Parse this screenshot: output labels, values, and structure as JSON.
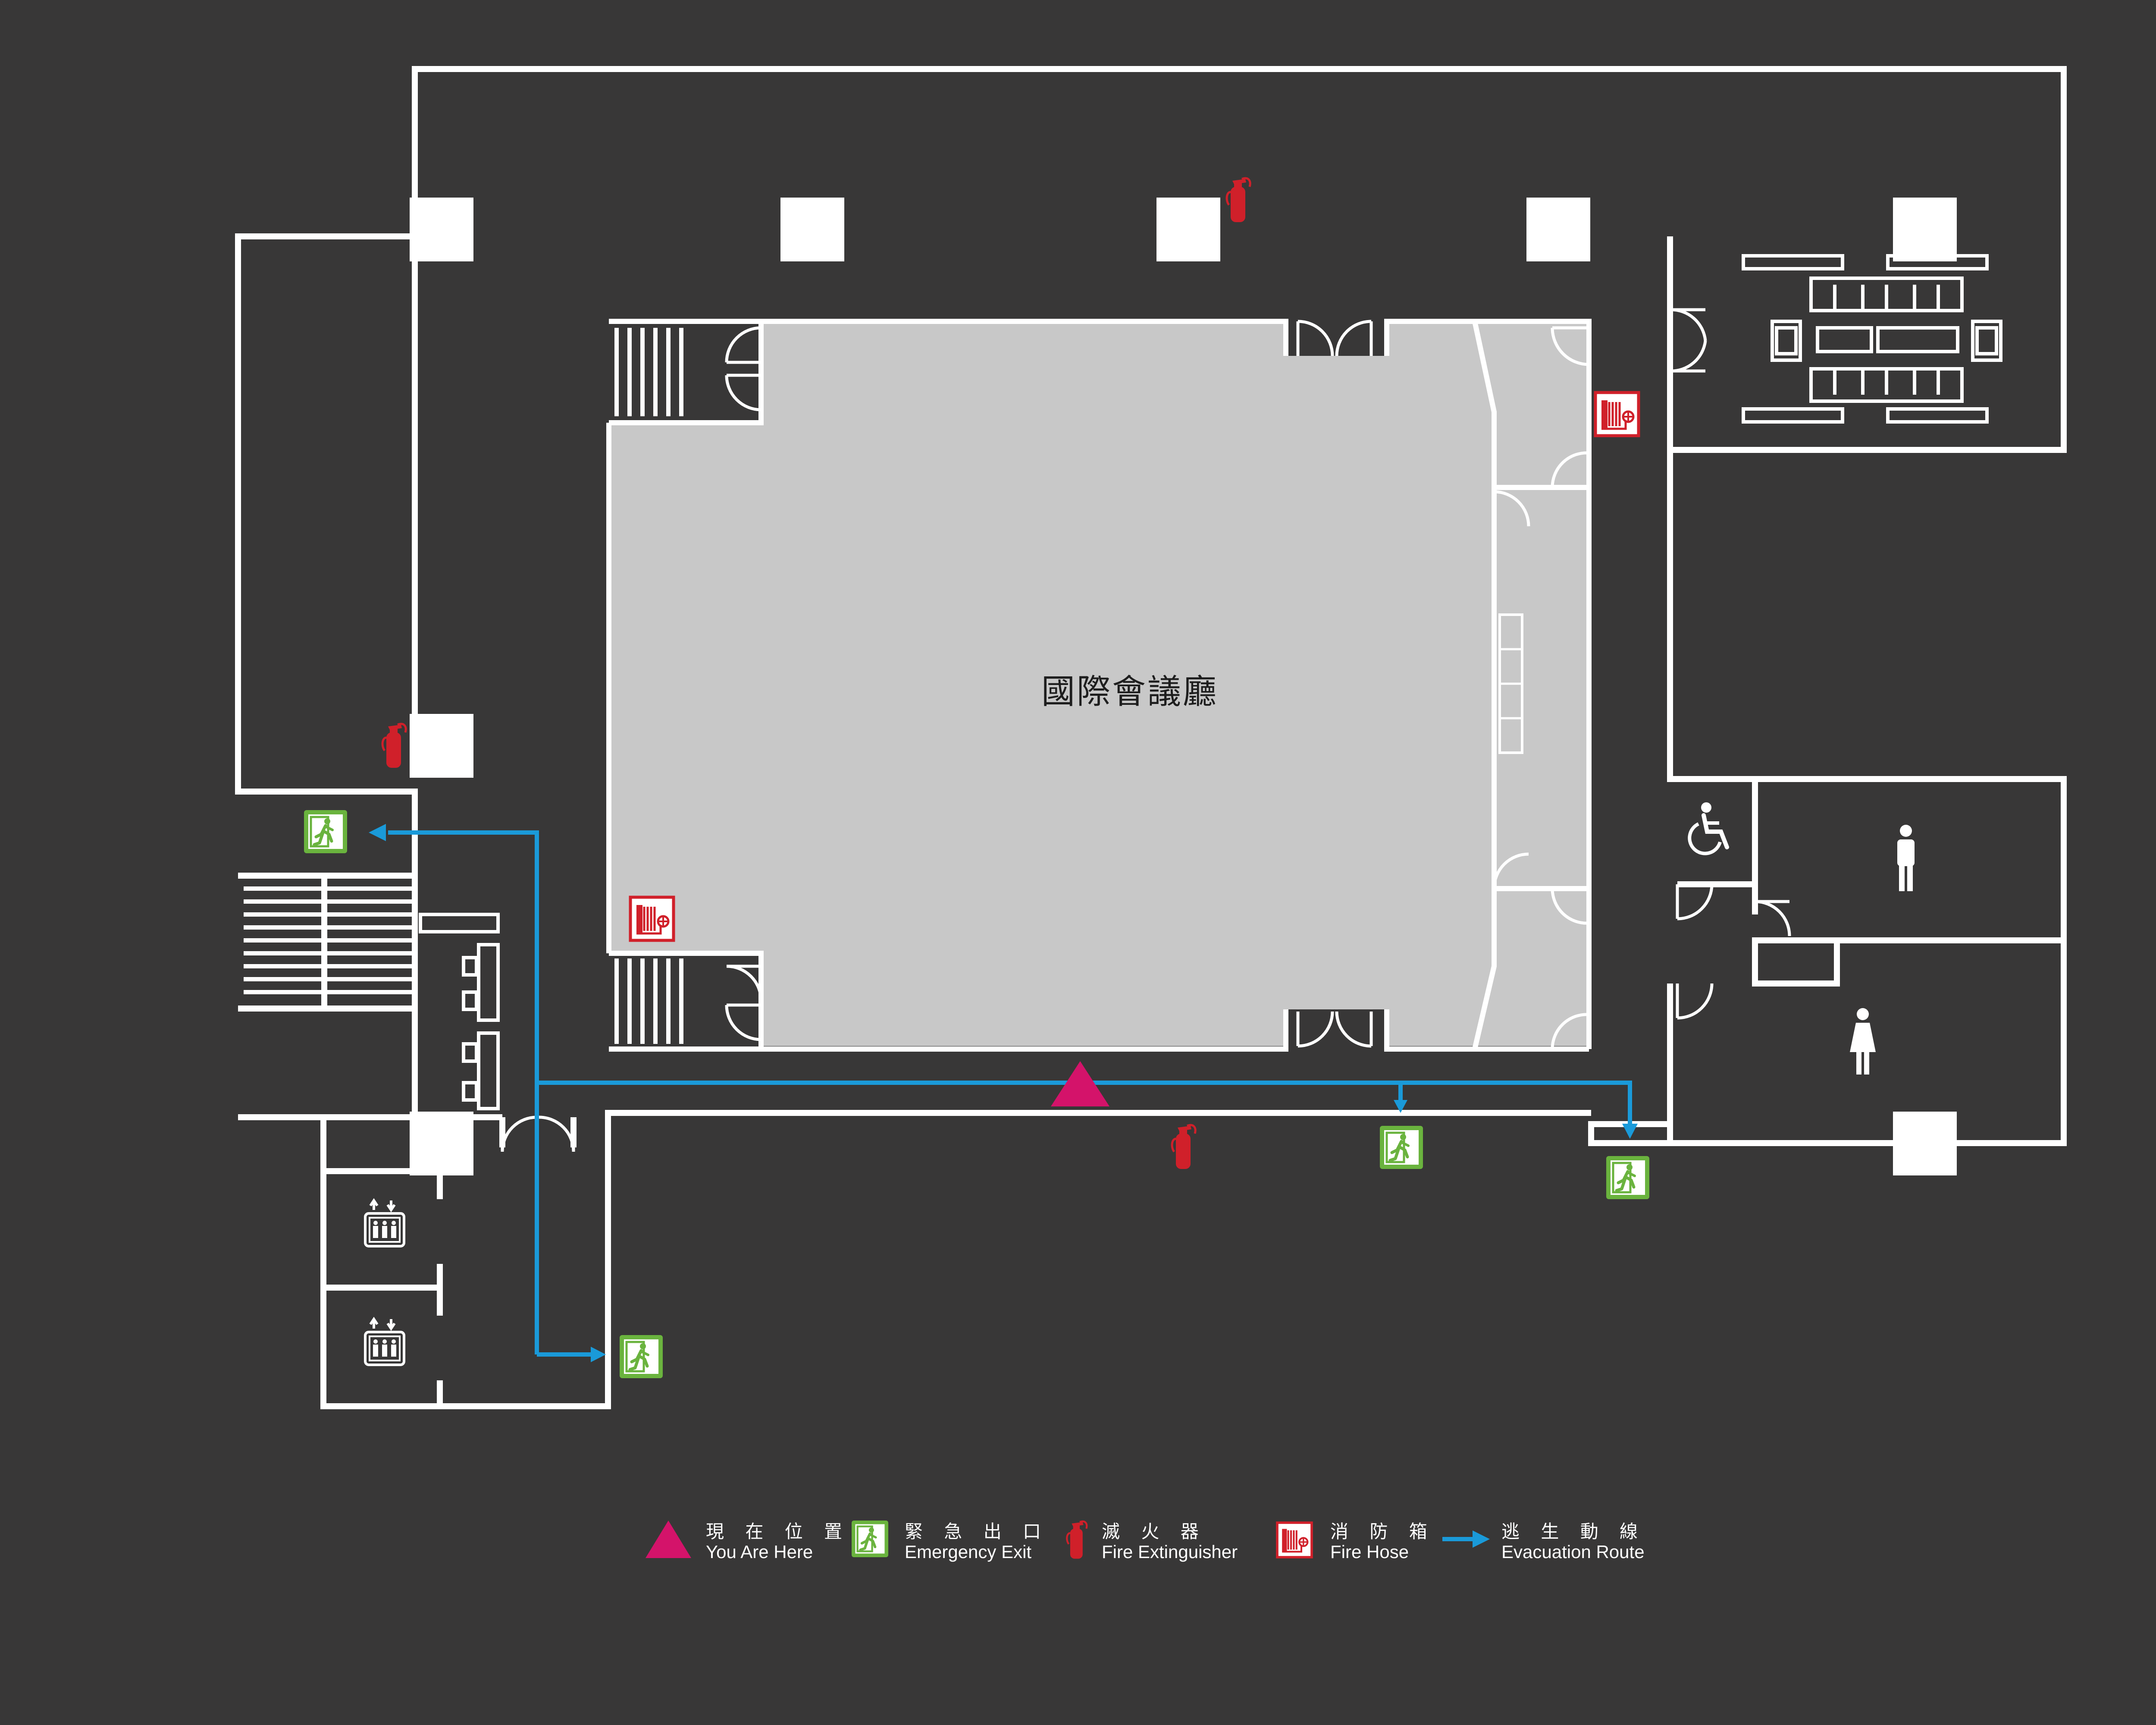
{
  "room": {
    "label": "國際會議廳"
  },
  "legend": {
    "you_are_here": {
      "zh": "現 在 位 置",
      "en": "You Are Here"
    },
    "emergency_exit": {
      "zh": "緊 急 出 口",
      "en": "Emergency Exit"
    },
    "fire_extinguisher": {
      "zh": "滅 火 器",
      "en": "Fire Extinguisher"
    },
    "fire_hose": {
      "zh": "消 防 箱",
      "en": "Fire Hose"
    },
    "evacuation_route": {
      "zh": "逃 生 動 線",
      "en": "Evacuation Route"
    }
  },
  "colors": {
    "background": "#383737",
    "wall": "#ffffff",
    "hall_floor": "#c8c8c8",
    "you_are_here": "#d4136a",
    "emergency_exit": "#6ab33e",
    "fire_equipment": "#d0202a",
    "evacuation_route": "#1a9ad9"
  },
  "icons": {
    "you_are_here": "magenta-triangle-icon",
    "emergency_exit": "running-man-exit-icon",
    "fire_extinguisher": "fire-extinguisher-icon",
    "fire_hose": "fire-hose-reel-icon",
    "evacuation_route": "blue-arrow-icon",
    "elevator": "elevator-icon",
    "accessible_toilet": "wheelchair-icon",
    "mens_toilet": "man-icon",
    "womens_toilet": "woman-icon"
  }
}
